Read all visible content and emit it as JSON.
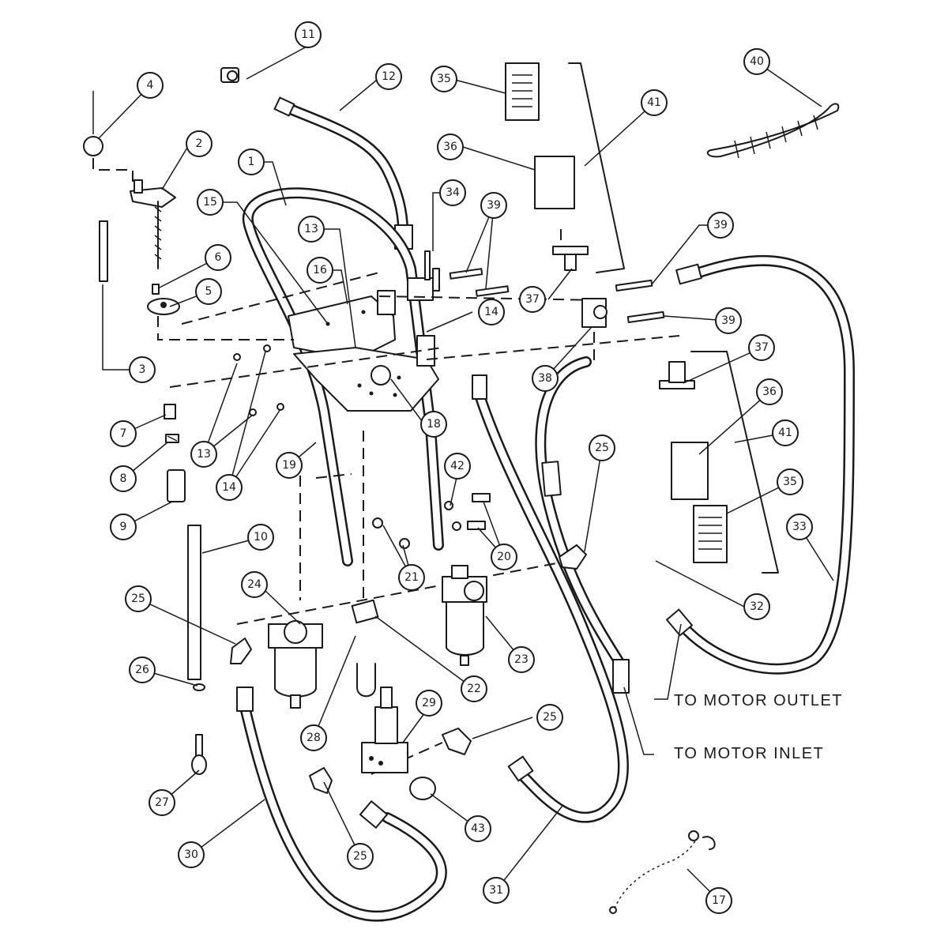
{
  "callouts": [
    {
      "id": "c1",
      "num": "1"
    },
    {
      "id": "c2",
      "num": "2"
    },
    {
      "id": "c3",
      "num": "3"
    },
    {
      "id": "c4",
      "num": "4"
    },
    {
      "id": "c5",
      "num": "5"
    },
    {
      "id": "c6",
      "num": "6"
    },
    {
      "id": "c7",
      "num": "7"
    },
    {
      "id": "c8",
      "num": "8"
    },
    {
      "id": "c9",
      "num": "9"
    },
    {
      "id": "c10",
      "num": "10"
    },
    {
      "id": "c11",
      "num": "11"
    },
    {
      "id": "c12",
      "num": "12"
    },
    {
      "id": "c13a",
      "num": "13"
    },
    {
      "id": "c13b",
      "num": "13"
    },
    {
      "id": "c14a",
      "num": "14"
    },
    {
      "id": "c14b",
      "num": "14"
    },
    {
      "id": "c15",
      "num": "15"
    },
    {
      "id": "c16",
      "num": "16"
    },
    {
      "id": "c17",
      "num": "17"
    },
    {
      "id": "c18",
      "num": "18"
    },
    {
      "id": "c19",
      "num": "19"
    },
    {
      "id": "c20",
      "num": "20"
    },
    {
      "id": "c21",
      "num": "21"
    },
    {
      "id": "c22",
      "num": "22"
    },
    {
      "id": "c23",
      "num": "23"
    },
    {
      "id": "c24",
      "num": "24"
    },
    {
      "id": "c25a",
      "num": "25"
    },
    {
      "id": "c25b",
      "num": "25"
    },
    {
      "id": "c25c",
      "num": "25"
    },
    {
      "id": "c25d",
      "num": "25"
    },
    {
      "id": "c26",
      "num": "26"
    },
    {
      "id": "c27",
      "num": "27"
    },
    {
      "id": "c28",
      "num": "28"
    },
    {
      "id": "c29",
      "num": "29"
    },
    {
      "id": "c30",
      "num": "30"
    },
    {
      "id": "c31",
      "num": "31"
    },
    {
      "id": "c32",
      "num": "32"
    },
    {
      "id": "c33",
      "num": "33"
    },
    {
      "id": "c34",
      "num": "34"
    },
    {
      "id": "c35a",
      "num": "35"
    },
    {
      "id": "c35b",
      "num": "35"
    },
    {
      "id": "c36a",
      "num": "36"
    },
    {
      "id": "c36b",
      "num": "36"
    },
    {
      "id": "c37a",
      "num": "37"
    },
    {
      "id": "c37b",
      "num": "37"
    },
    {
      "id": "c38",
      "num": "38"
    },
    {
      "id": "c39a",
      "num": "39"
    },
    {
      "id": "c39b",
      "num": "39"
    },
    {
      "id": "c39c",
      "num": "39"
    },
    {
      "id": "c40",
      "num": "40"
    },
    {
      "id": "c41a",
      "num": "41"
    },
    {
      "id": "c41b",
      "num": "41"
    },
    {
      "id": "c42",
      "num": "42"
    },
    {
      "id": "c43",
      "num": "43"
    }
  ],
  "notes": {
    "motor_outlet": "TO MOTOR OUTLET",
    "motor_inlet": "TO MOTOR INLET"
  }
}
